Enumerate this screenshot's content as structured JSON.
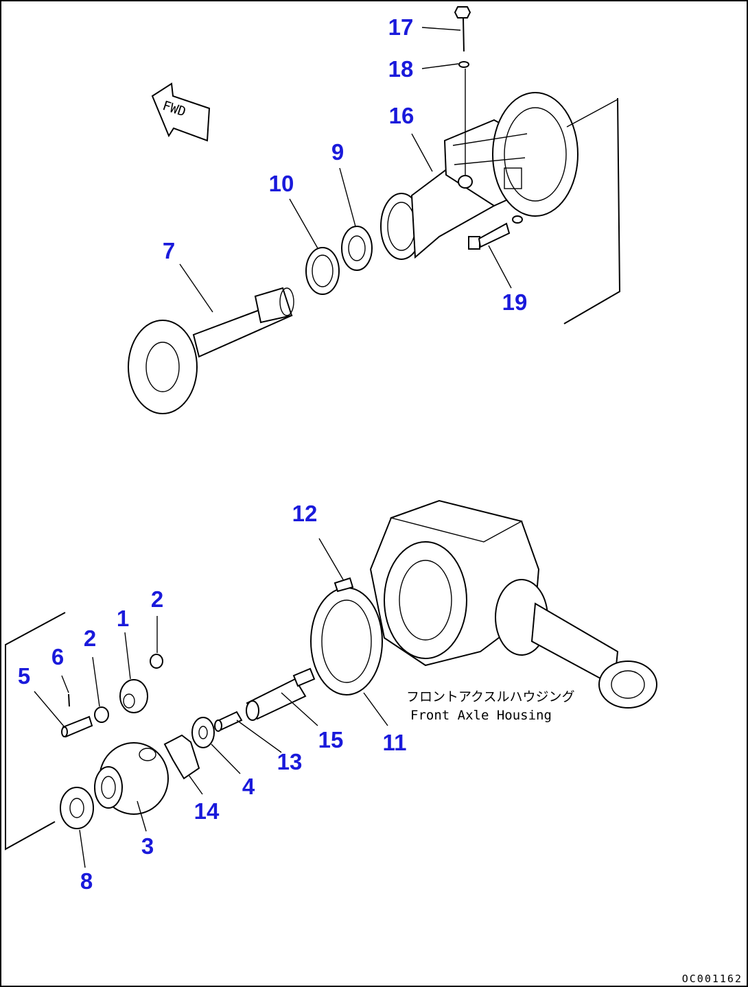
{
  "colors": {
    "callout": "#1a1adb",
    "line": "#000000",
    "background": "#ffffff"
  },
  "direction_mark": {
    "text": "FWD"
  },
  "housing_label": {
    "jp": "フロントアクスルハウジング",
    "en": "Front Axle Housing"
  },
  "drawing_id": "OC001162",
  "callouts": [
    {
      "id": "c17",
      "text": "17"
    },
    {
      "id": "c18",
      "text": "18"
    },
    {
      "id": "c16",
      "text": "16"
    },
    {
      "id": "c9",
      "text": "9"
    },
    {
      "id": "c10",
      "text": "10"
    },
    {
      "id": "c7",
      "text": "7"
    },
    {
      "id": "c19",
      "text": "19"
    },
    {
      "id": "c12",
      "text": "12"
    },
    {
      "id": "c2a",
      "text": "2"
    },
    {
      "id": "c1",
      "text": "1"
    },
    {
      "id": "c2b",
      "text": "2"
    },
    {
      "id": "c6",
      "text": "6"
    },
    {
      "id": "c5",
      "text": "5"
    },
    {
      "id": "c15",
      "text": "15"
    },
    {
      "id": "c11",
      "text": "11"
    },
    {
      "id": "c13",
      "text": "13"
    },
    {
      "id": "c4",
      "text": "4"
    },
    {
      "id": "c14",
      "text": "14"
    },
    {
      "id": "c3",
      "text": "3"
    },
    {
      "id": "c8",
      "text": "8"
    }
  ]
}
